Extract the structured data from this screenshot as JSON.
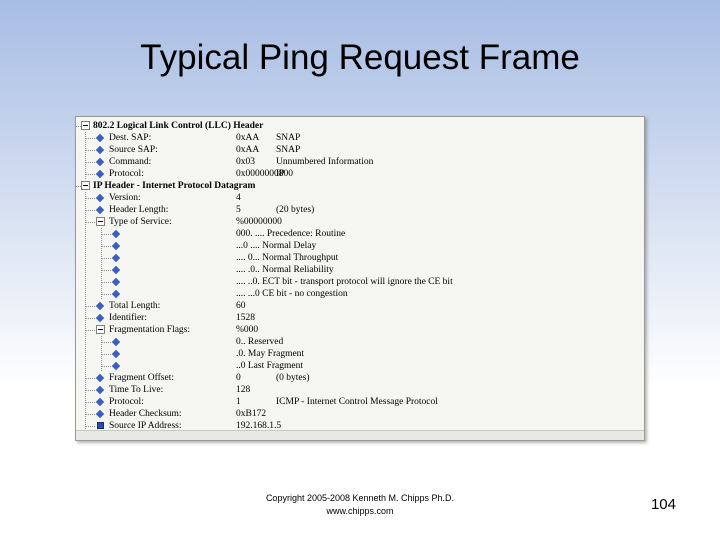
{
  "slide": {
    "title": "Typical Ping Request Frame",
    "footer_line1": "Copyright 2005-2008 Kenneth M. Chipps Ph.D.",
    "footer_line2": "www.chipps.com",
    "page_number": "104"
  },
  "capture": {
    "rows": [
      {
        "indent": 0,
        "icon": "expander-minus",
        "label": "802.2 Logical Link Control (LLC) Header",
        "bold": true,
        "value": "",
        "desc": ""
      },
      {
        "indent": 1,
        "icon": "bullet",
        "label": "Dest. SAP:",
        "bold": false,
        "value": "0xAA",
        "desc": "SNAP"
      },
      {
        "indent": 1,
        "icon": "bullet",
        "label": "Source SAP:",
        "bold": false,
        "value": "0xAA",
        "desc": "SNAP"
      },
      {
        "indent": 1,
        "icon": "bullet",
        "label": "Command:",
        "bold": false,
        "value": "0x03",
        "desc": "Unnumbered Information"
      },
      {
        "indent": 1,
        "icon": "bullet",
        "label": "Protocol:",
        "bold": false,
        "value": "0x0000000800",
        "desc": "IP"
      },
      {
        "indent": 0,
        "icon": "expander-minus",
        "label": "IP Header - Internet Protocol Datagram",
        "bold": true,
        "value": "",
        "desc": ""
      },
      {
        "indent": 1,
        "icon": "bullet",
        "label": "Version:",
        "bold": false,
        "value": "4",
        "desc": ""
      },
      {
        "indent": 1,
        "icon": "bullet",
        "label": "Header Length:",
        "bold": false,
        "value": "5",
        "desc": "(20  bytes)"
      },
      {
        "indent": 1,
        "icon": "expander-minus",
        "label": "Type of Service:",
        "bold": false,
        "value": "%00000000",
        "desc": ""
      },
      {
        "indent": 2,
        "icon": "bullet",
        "label": "",
        "bold": false,
        "value": "",
        "desc": "000. .... Precedence: Routine"
      },
      {
        "indent": 2,
        "icon": "bullet",
        "label": "",
        "bold": false,
        "value": "",
        "desc": "...0 .... Normal Delay"
      },
      {
        "indent": 2,
        "icon": "bullet",
        "label": "",
        "bold": false,
        "value": "",
        "desc": ".... 0... Normal Throughput"
      },
      {
        "indent": 2,
        "icon": "bullet",
        "label": "",
        "bold": false,
        "value": "",
        "desc": ".... .0.. Normal Reliability"
      },
      {
        "indent": 2,
        "icon": "bullet",
        "label": "",
        "bold": false,
        "value": "",
        "desc": ".... ..0. ECT bit - transport protocol will ignore the CE bit"
      },
      {
        "indent": 2,
        "icon": "bullet",
        "label": "",
        "bold": false,
        "value": "",
        "desc": ".... ...0 CE bit - no congestion"
      },
      {
        "indent": 1,
        "icon": "bullet",
        "label": "Total Length:",
        "bold": false,
        "value": "60",
        "desc": ""
      },
      {
        "indent": 1,
        "icon": "bullet",
        "label": "Identifier:",
        "bold": false,
        "value": "1528",
        "desc": ""
      },
      {
        "indent": 1,
        "icon": "expander-minus",
        "label": "Fragmentation Flags:",
        "bold": false,
        "value": "%000",
        "desc": ""
      },
      {
        "indent": 2,
        "icon": "bullet",
        "label": "",
        "bold": false,
        "value": "",
        "desc": "0.. Reserved"
      },
      {
        "indent": 2,
        "icon": "bullet",
        "label": "",
        "bold": false,
        "value": "",
        "desc": ".0. May Fragment"
      },
      {
        "indent": 2,
        "icon": "bullet",
        "label": "",
        "bold": false,
        "value": "",
        "desc": "..0 Last Fragment"
      },
      {
        "indent": 1,
        "icon": "bullet",
        "label": "Fragment Offset:",
        "bold": false,
        "value": "0",
        "desc": "(0  bytes)"
      },
      {
        "indent": 1,
        "icon": "bullet",
        "label": "Time To Live:",
        "bold": false,
        "value": "128",
        "desc": ""
      },
      {
        "indent": 1,
        "icon": "bullet",
        "label": "Protocol:",
        "bold": false,
        "value": "1",
        "desc": "ICMP - Internet Control Message Protocol"
      },
      {
        "indent": 1,
        "icon": "bullet",
        "label": "Header Checksum:",
        "bold": false,
        "value": "0xB172",
        "desc": ""
      },
      {
        "indent": 1,
        "icon": "square",
        "label": "Source IP Address:",
        "bold": false,
        "value": "192.168.1.5",
        "desc": ""
      }
    ]
  }
}
